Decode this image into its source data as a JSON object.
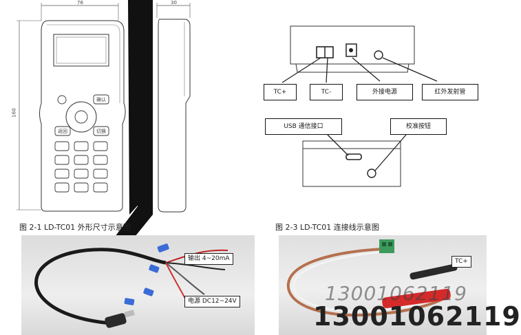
{
  "dimensions": {
    "width": "76",
    "depth": "30",
    "height": "160"
  },
  "figure1": {
    "caption": "图 2-1  LD-TC01 外形尺寸示意图",
    "keys": {
      "confirm": "确认",
      "back": "返回",
      "switch": "切换"
    }
  },
  "figure2": {
    "labels": [
      "TC+",
      "TC-",
      "外接电源",
      "红外发射管"
    ],
    "labels_bottom": [
      "USB 通信接口",
      "校准按钮"
    ]
  },
  "cable1": {
    "labels": [
      "输出 4~20mA",
      "电源 DC12~24V"
    ]
  },
  "figure3": {
    "caption": "图 2-3  LD-TC01 连接线示意图",
    "tag": "TC+"
  },
  "watermark": {
    "small": "13001062119",
    "big": "13001062119"
  }
}
